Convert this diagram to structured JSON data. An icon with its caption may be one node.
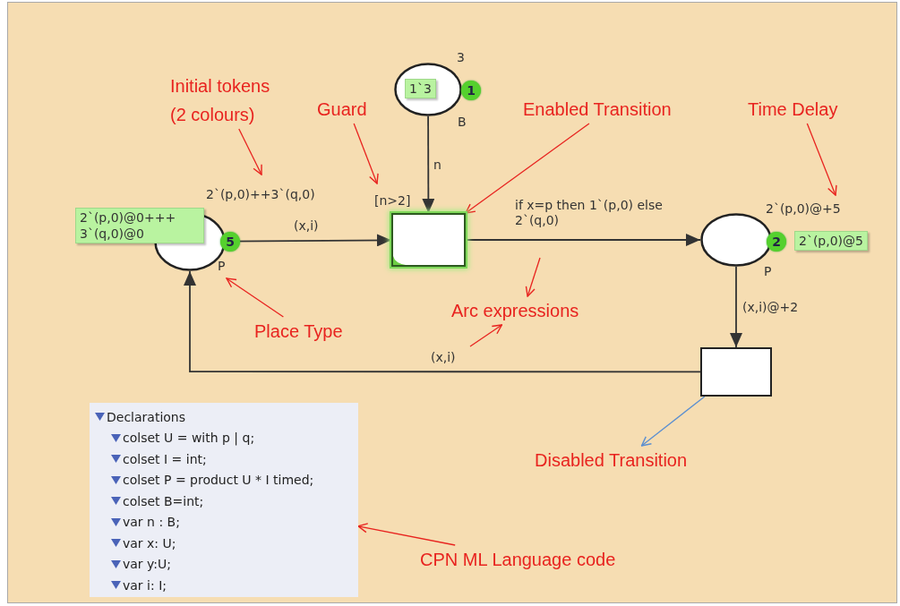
{
  "diagram": {
    "nodes": [
      {
        "text": [],
        "shape": "circle",
        "beside": [
          "2`(p,0)++3`(q,0)",
          "2`(p,0)@0+++ 3`(q,0)@0",
          "5",
          "P"
        ]
      },
      {
        "text": [
          "1`3"
        ],
        "beside": [
          "3",
          "1",
          "B"
        ]
      },
      {
        "text": [],
        "shape": "box",
        "beside": [
          "[n>2]"
        ]
      },
      {
        "text": [],
        "shape": "circle",
        "beside": [
          "2`(p,0)@+5",
          "2",
          "2`(p,0)@5",
          "P"
        ]
      },
      {
        "text": [],
        "shape": "box"
      },
      {
        "text": [
          "Declarations",
          "colset U = with p | q;",
          "colset I = int;",
          "colset P = product U * I timed;",
          "colset B=int;",
          "var n : B;",
          "var x: U;",
          "var y:U;",
          "var i: I;"
        ]
      },
      {
        "text": [
          "Initial tokens (2 colours)"
        ]
      },
      {
        "text": [
          "Guard"
        ]
      },
      {
        "text": [
          "Enabled Transition"
        ]
      },
      {
        "text": [
          "Time Delay"
        ]
      },
      {
        "text": [
          "Place Type"
        ]
      },
      {
        "text": [
          "Arc expressions"
        ]
      },
      {
        "text": [
          "Disabled Transition"
        ]
      },
      {
        "text": [
          "CPN ML Language code"
        ]
      }
    ],
    "edges": [
      {
        "from": 0,
        "to": 2,
        "arrow": "to",
        "label": "(x,i)",
        "color": "#333333"
      },
      {
        "from": 1,
        "to": 2,
        "arrow": "to",
        "label": "n",
        "color": "#333333"
      },
      {
        "from": 2,
        "to": 3,
        "arrow": "to",
        "label": "if x=p then 1`(p,0) else 2`(q,0)",
        "color": "#333333"
      },
      {
        "from": 3,
        "to": 4,
        "arrow": "to",
        "label": "(x,i)@+2",
        "color": "#333333"
      },
      {
        "from": 4,
        "to": 0,
        "arrow": "to",
        "label": "(x,i)",
        "color": "#333333"
      },
      {
        "from": 6,
        "to": 0,
        "arrow": "to"
      },
      {
        "from": 7,
        "to": 2,
        "arrow": "to"
      },
      {
        "from": 8,
        "to": 2,
        "arrow": "to"
      },
      {
        "from": 9,
        "to": 3,
        "arrow": "to"
      },
      {
        "from": 10,
        "to": 0,
        "arrow": "to"
      },
      {
        "from": null,
        "to": 11,
        "arrow": "to"
      },
      {
        "from": null,
        "to": 11,
        "arrow": "to"
      },
      {
        "from": 4,
        "to": 12,
        "arrow": "to",
        "color": "#5b8fd0"
      },
      {
        "from": 13,
        "to": 5,
        "arrow": "to"
      }
    ]
  }
}
